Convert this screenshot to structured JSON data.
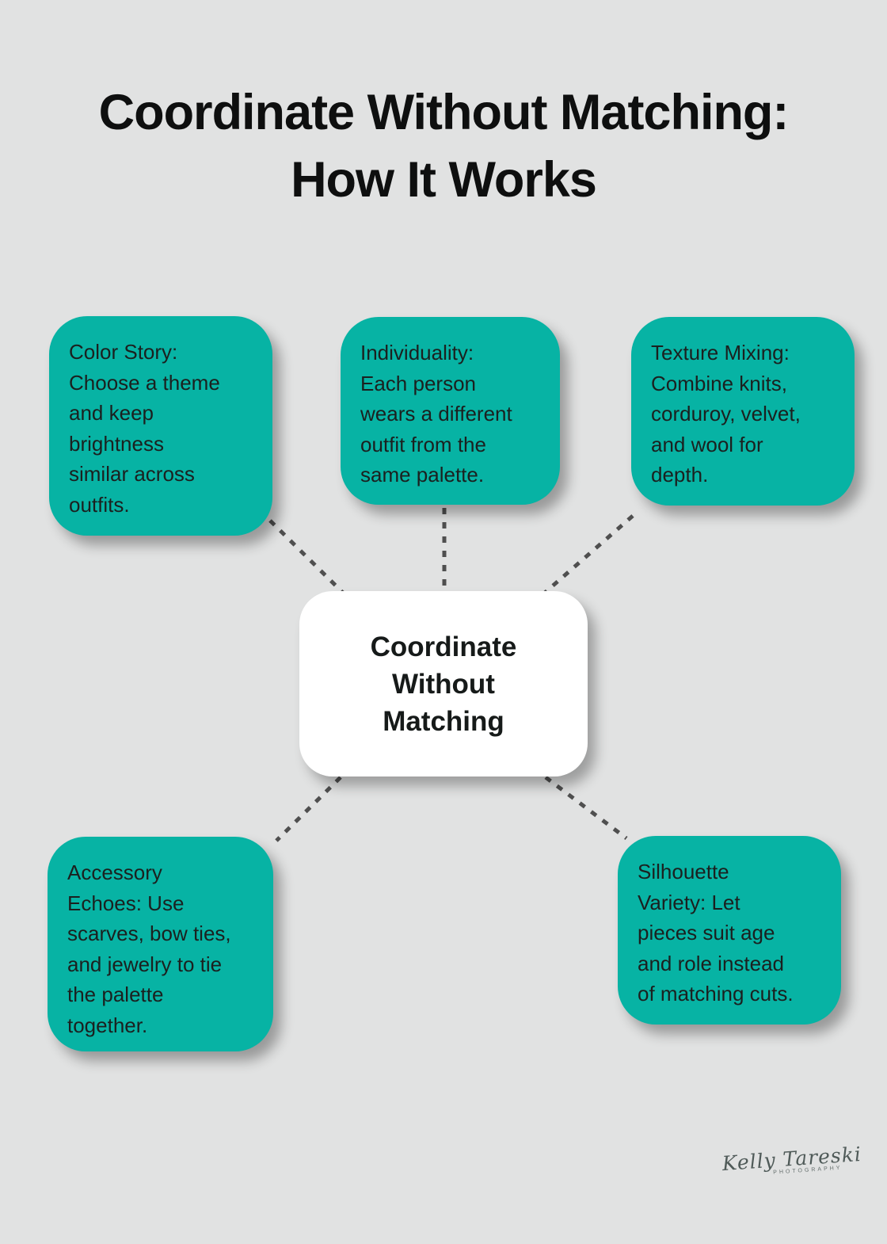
{
  "colors": {
    "background": "#e1e2e2",
    "node": "#07b3a4",
    "center_bg": "#ffffff",
    "connector": "#4f4f4f",
    "text": "#1b201f",
    "title": "#0e0f0f",
    "watermark": "#3c4846"
  },
  "page": {
    "title_lines": [
      "Coordinate Without Matching:",
      "How It Works"
    ]
  },
  "diagram": {
    "center": {
      "text": "Coordinate\nWithout\nMatching"
    },
    "nodes": [
      {
        "id": "color-story",
        "text": "Color Story:\nChoose a theme\nand keep\nbrightness\nsimilar across\noutfits."
      },
      {
        "id": "individuality",
        "text": "Individuality:\nEach person\nwears a different\noutfit from the\nsame palette."
      },
      {
        "id": "texture-mixing",
        "text": "Texture Mixing:\nCombine knits,\ncorduroy, velvet,\nand wool for\ndepth."
      },
      {
        "id": "accessory-echoes",
        "text": "Accessory\nEchoes: Use\nscarves, bow ties,\nand jewelry to tie\nthe palette\ntogether."
      },
      {
        "id": "silhouette-variety",
        "text": "Silhouette\nVariety: Let\npieces suit age\nand role instead\nof matching cuts."
      }
    ]
  },
  "watermark": {
    "script": "Kelly Tareski",
    "sub": "PHOTOGRAPHY"
  }
}
